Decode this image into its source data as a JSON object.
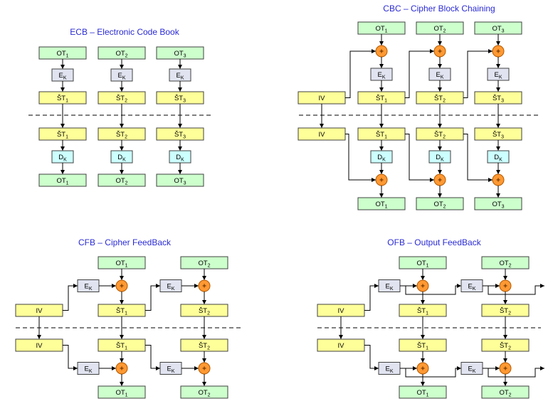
{
  "colors": {
    "title": "#2a2ad4",
    "plaintext_fill": "#ccffcc",
    "ciphertext_fill": "#ffff99",
    "encrypt_fill": "#e1e4f0",
    "decrypt_fill": "#ccffff",
    "xor_fill": "#ff9933",
    "xor_stroke": "#b35900",
    "box_stroke": "#404040",
    "line": "#000000"
  },
  "xor_symbol": "+",
  "ecb": {
    "title": "ECB – Electronic Code Book",
    "plaintext_in": [
      {
        "text": "OT",
        "sub": "1"
      },
      {
        "text": "OT",
        "sub": "2"
      },
      {
        "text": "OT",
        "sub": "3"
      }
    ],
    "encrypt": [
      {
        "text": "E",
        "sub": "K"
      },
      {
        "text": "E",
        "sub": "K"
      },
      {
        "text": "E",
        "sub": "K"
      }
    ],
    "ciphertext_out": [
      {
        "text": "ŠT",
        "sub": "1"
      },
      {
        "text": "ŠT",
        "sub": "2"
      },
      {
        "text": "ŠT",
        "sub": "3"
      }
    ],
    "ciphertext_in": [
      {
        "text": "ŠT",
        "sub": "1"
      },
      {
        "text": "ŠT",
        "sub": "2"
      },
      {
        "text": "ŠT",
        "sub": "3"
      }
    ],
    "decrypt": [
      {
        "text": "D",
        "sub": "K"
      },
      {
        "text": "D",
        "sub": "K"
      },
      {
        "text": "D",
        "sub": "K"
      }
    ],
    "plaintext_out": [
      {
        "text": "OT",
        "sub": "1"
      },
      {
        "text": "OT",
        "sub": "2"
      },
      {
        "text": "OT",
        "sub": "3"
      }
    ]
  },
  "cbc": {
    "title": "CBC – Cipher Block Chaining",
    "plaintext_in": [
      {
        "text": "OT",
        "sub": "1"
      },
      {
        "text": "OT",
        "sub": "2"
      },
      {
        "text": "OT",
        "sub": "3"
      }
    ],
    "encrypt": [
      {
        "text": "E",
        "sub": "K"
      },
      {
        "text": "E",
        "sub": "K"
      },
      {
        "text": "E",
        "sub": "K"
      }
    ],
    "iv": "IV",
    "ciphertext_out": [
      {
        "text": "ŠT",
        "sub": "1"
      },
      {
        "text": "ŠT",
        "sub": "2"
      },
      {
        "text": "ŠT",
        "sub": "3"
      }
    ],
    "iv_rx": "IV",
    "ciphertext_in": [
      {
        "text": "ŠT",
        "sub": "1"
      },
      {
        "text": "ŠT",
        "sub": "2"
      },
      {
        "text": "ŠT",
        "sub": "3"
      }
    ],
    "decrypt": [
      {
        "text": "D",
        "sub": "K"
      },
      {
        "text": "D",
        "sub": "K"
      },
      {
        "text": "D",
        "sub": "K"
      }
    ],
    "plaintext_out": [
      {
        "text": "OT",
        "sub": "1"
      },
      {
        "text": "OT",
        "sub": "2"
      },
      {
        "text": "OT",
        "sub": "3"
      }
    ]
  },
  "cfb": {
    "title": "CFB – Cipher FeedBack",
    "plaintext_in": [
      {
        "text": "OT",
        "sub": "1"
      },
      {
        "text": "OT",
        "sub": "2"
      }
    ],
    "encrypt": [
      {
        "text": "E",
        "sub": "K"
      },
      {
        "text": "E",
        "sub": "K"
      }
    ],
    "iv": "IV",
    "ciphertext_out": [
      {
        "text": "ŠT",
        "sub": "1"
      },
      {
        "text": "ŠT",
        "sub": "2"
      }
    ],
    "iv_rx": "IV",
    "ciphertext_in": [
      {
        "text": "ŠT",
        "sub": "1"
      },
      {
        "text": "ŠT",
        "sub": "2"
      }
    ],
    "encrypt_rx": [
      {
        "text": "E",
        "sub": "K"
      },
      {
        "text": "E",
        "sub": "K"
      }
    ],
    "plaintext_out": [
      {
        "text": "OT",
        "sub": "1"
      },
      {
        "text": "OT",
        "sub": "2"
      }
    ]
  },
  "ofb": {
    "title": "OFB – Output FeedBack",
    "plaintext_in": [
      {
        "text": "OT",
        "sub": "1"
      },
      {
        "text": "OT",
        "sub": "2"
      }
    ],
    "encrypt": [
      {
        "text": "E",
        "sub": "K"
      },
      {
        "text": "E",
        "sub": "K"
      }
    ],
    "iv": "IV",
    "ciphertext_out": [
      {
        "text": "ŠT",
        "sub": "1"
      },
      {
        "text": "ŠT",
        "sub": "2"
      }
    ],
    "iv_rx": "IV",
    "ciphertext_in": [
      {
        "text": "ŠT",
        "sub": "1"
      },
      {
        "text": "ŠT",
        "sub": "2"
      }
    ],
    "encrypt_rx": [
      {
        "text": "E",
        "sub": "K"
      },
      {
        "text": "E",
        "sub": "K"
      }
    ],
    "plaintext_out": [
      {
        "text": "OT",
        "sub": "1"
      },
      {
        "text": "OT",
        "sub": "2"
      }
    ]
  }
}
